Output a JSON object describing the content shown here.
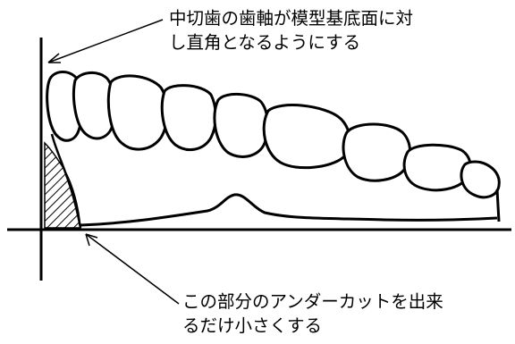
{
  "annotations": {
    "top": {
      "line1": "中切歯の歯軸が模型基底面に対",
      "line2": "し直角となるようにする"
    },
    "bottom": {
      "line1": "この部分のアンダーカットを出来",
      "line2": "るだけ小さくする"
    }
  },
  "colors": {
    "ink": "#000000",
    "background": "#ffffff"
  }
}
